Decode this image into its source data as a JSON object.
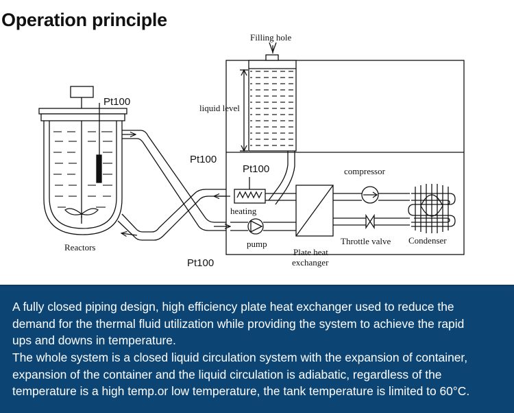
{
  "title": "Operation principle",
  "labels": {
    "filling_hole": "Filling hole",
    "liquid_level": "liquid level",
    "pt100_reactor": "Pt100",
    "pt100_left_top": "Pt100",
    "pt100_heater": "Pt100",
    "pt100_bottom": "Pt100",
    "heating": "heating",
    "pump": "pump",
    "reactors": "Reactors",
    "plate_heat_line1": "Plate heat",
    "plate_heat_line2": "exchanger",
    "compressor": "compressor",
    "throttle_valve": "Throttle valve",
    "condenser": "Condenser"
  },
  "description": {
    "paragraph1": "A fully closed piping design, high efficiency plate heat exchanger used to reduce the\ndemand for the thermal fluid utilization while providing the system to achieve the rapid\nups and downs in temperature.",
    "paragraph2": "The whole system is a closed liquid circulation system with the expansion of container,\nexpansion of the container and the liquid circulation is adiabatic, regardless of the\ntemperature is a high temp.or low temperature, the tank temperature is limited to 60°C."
  },
  "colors": {
    "panel_background": "#0c4574",
    "panel_text": "#ffffff",
    "line": "#111111"
  }
}
